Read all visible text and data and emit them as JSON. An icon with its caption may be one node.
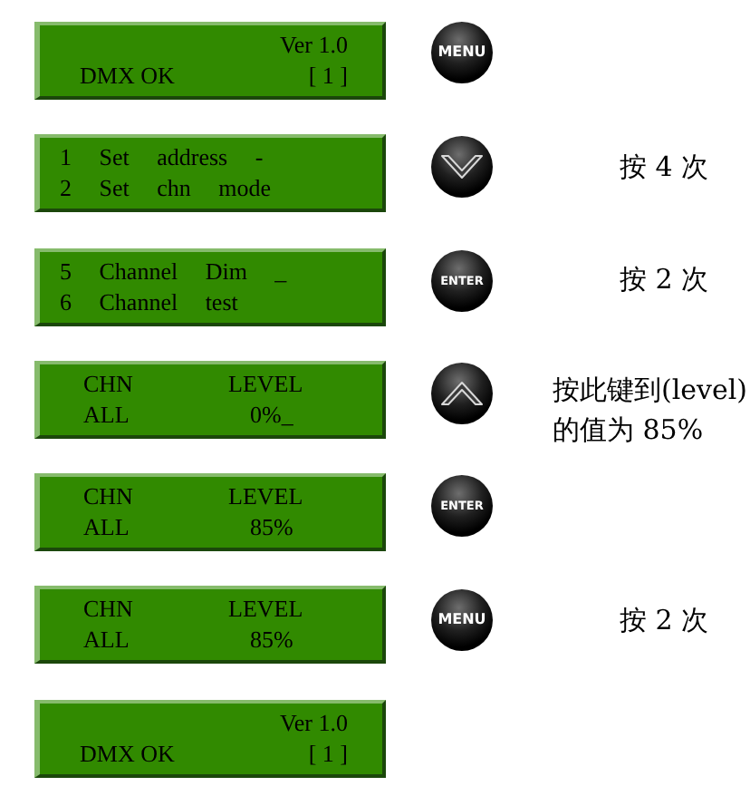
{
  "diagram": {
    "nodes": [
      {
        "text": [
          "Ver 1.0",
          "DMX OK",
          "[ 1 ]"
        ]
      },
      {
        "text": [
          "MENU"
        ]
      },
      {
        "text": [
          "1 Set address -",
          "2 Set chn mode"
        ]
      },
      {
        "text": [],
        "shape": "circle"
      },
      {
        "text": [
          "5 Channel Dim _",
          "6 Channel test"
        ]
      },
      {
        "text": [
          "ENTER"
        ]
      },
      {
        "text": [
          "CHN",
          "LEVEL",
          "ALL",
          "0%_"
        ]
      },
      {
        "text": [],
        "shape": "circle"
      },
      {
        "text": [
          "CHN",
          "LEVEL",
          "ALL",
          "85%"
        ]
      },
      {
        "text": [
          "ENTER"
        ]
      },
      {
        "text": [
          "CHN",
          "LEVEL",
          "ALL",
          "85%"
        ]
      },
      {
        "text": [
          "MENU"
        ]
      },
      {
        "text": [
          "Ver 1.0",
          "DMX OK",
          "[ 1 ]"
        ]
      }
    ],
    "labels": [
      "按 4 次",
      "按 2 次",
      "按此键到(level)的值为 85%",
      "按 2 次"
    ]
  }
}
